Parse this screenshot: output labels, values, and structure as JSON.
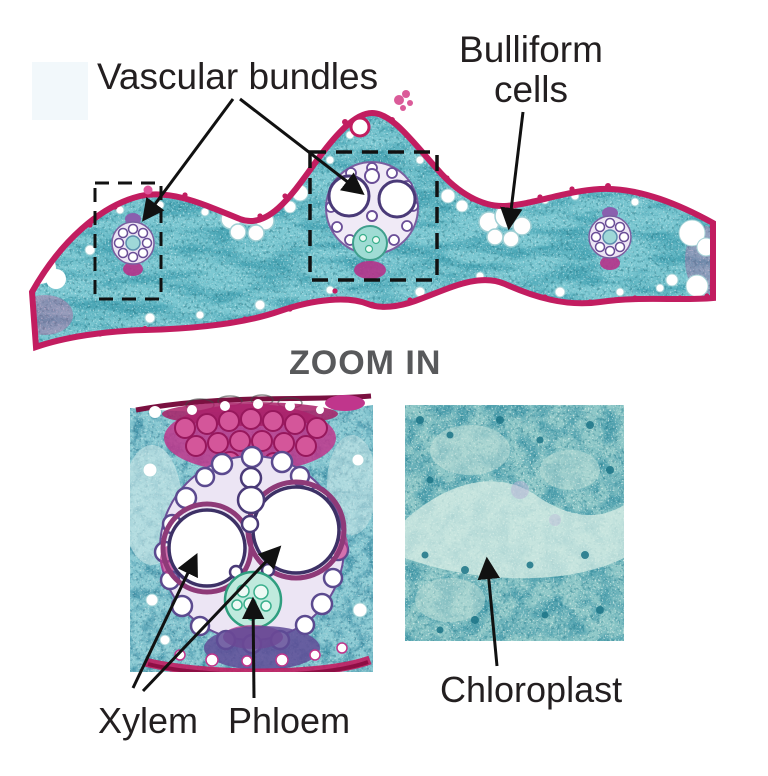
{
  "labels": {
    "vascular_bundles": "Vascular bundles",
    "bulliform_line1": "Bulliform",
    "bulliform_line2": "cells",
    "zoom_in": "ZOOM IN",
    "xylem": "Xylem",
    "phloem": "Phloem",
    "chloroplast": "Chloroplast"
  },
  "colors": {
    "background": "#ffffff",
    "mesophyll_teal": "#7cc8d2",
    "epidermis_magenta": "#c21d60",
    "epidermis_dark": "#8e0e44",
    "bundle_sheath_purple": "#5b4a8f",
    "sclerenchyma_violet": "#5f4b96",
    "phloem_green": "#2f9e7f",
    "annotation_black": "#111111",
    "zoom_in_gray": "#58595b",
    "label_text": "#231f20"
  }
}
